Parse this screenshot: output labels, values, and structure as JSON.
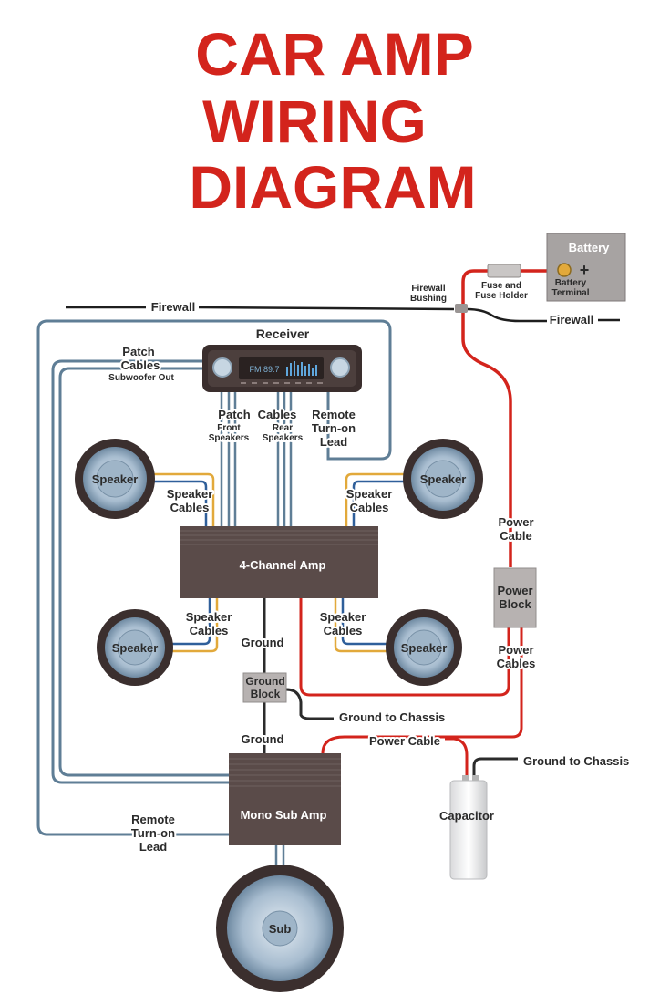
{
  "title": {
    "line1": "CAR AMP",
    "line2": "WIRING",
    "line3": "DIAGRAM"
  },
  "battery": {
    "label": "Battery",
    "terminal_line1": "Battery",
    "terminal_line2": "Terminal",
    "plus": "+"
  },
  "fuse": {
    "line1": "Fuse and",
    "line2": "Fuse Holder"
  },
  "firewall": {
    "label": "Firewall",
    "bushing_line1": "Firewall",
    "bushing_line2": "Bushing"
  },
  "receiver": {
    "label": "Receiver",
    "display": "FM 89.7"
  },
  "patch_cables_top": {
    "line1": "Patch",
    "line2": "Cables",
    "line3": "Subwoofer Out"
  },
  "patch_cables_mid": {
    "line1": "Patch",
    "line2": "Cables",
    "front_line1": "Front",
    "front_line2": "Speakers",
    "rear_line1": "Rear",
    "rear_line2": "Speakers"
  },
  "remote_lead_top": {
    "line1": "Remote",
    "line2": "Turn-on",
    "line3": "Lead"
  },
  "speakers": {
    "label": "Speaker"
  },
  "speaker_cables": {
    "line1": "Speaker",
    "line2": "Cables"
  },
  "amp4": {
    "label": "4-Channel Amp"
  },
  "power_cable_top": {
    "line1": "Power",
    "line2": "Cable"
  },
  "power_block": {
    "line1": "Power",
    "line2": "Block"
  },
  "power_cables": {
    "line1": "Power",
    "line2": "Cables"
  },
  "ground": {
    "label": "Ground"
  },
  "ground_block": {
    "line1": "Ground",
    "line2": "Block"
  },
  "ground_to_chassis": "Ground to Chassis",
  "power_cable_bottom": "Power Cable",
  "capacitor": {
    "label": "Capacitor"
  },
  "mono_amp": {
    "label": "Mono Sub Amp"
  },
  "remote_lead_bottom": {
    "line1": "Remote",
    "line2": "Turn-on",
    "line3": "Lead"
  },
  "sub": {
    "label": "Sub"
  },
  "colors": {
    "title": "#d3241c",
    "power": "#d3241c",
    "patch": "#5f7e96",
    "speaker_yellow": "#e2a93b",
    "speaker_blue": "#2f5f9a",
    "amp": "#5a4b49",
    "block": "#b7b2b1"
  }
}
